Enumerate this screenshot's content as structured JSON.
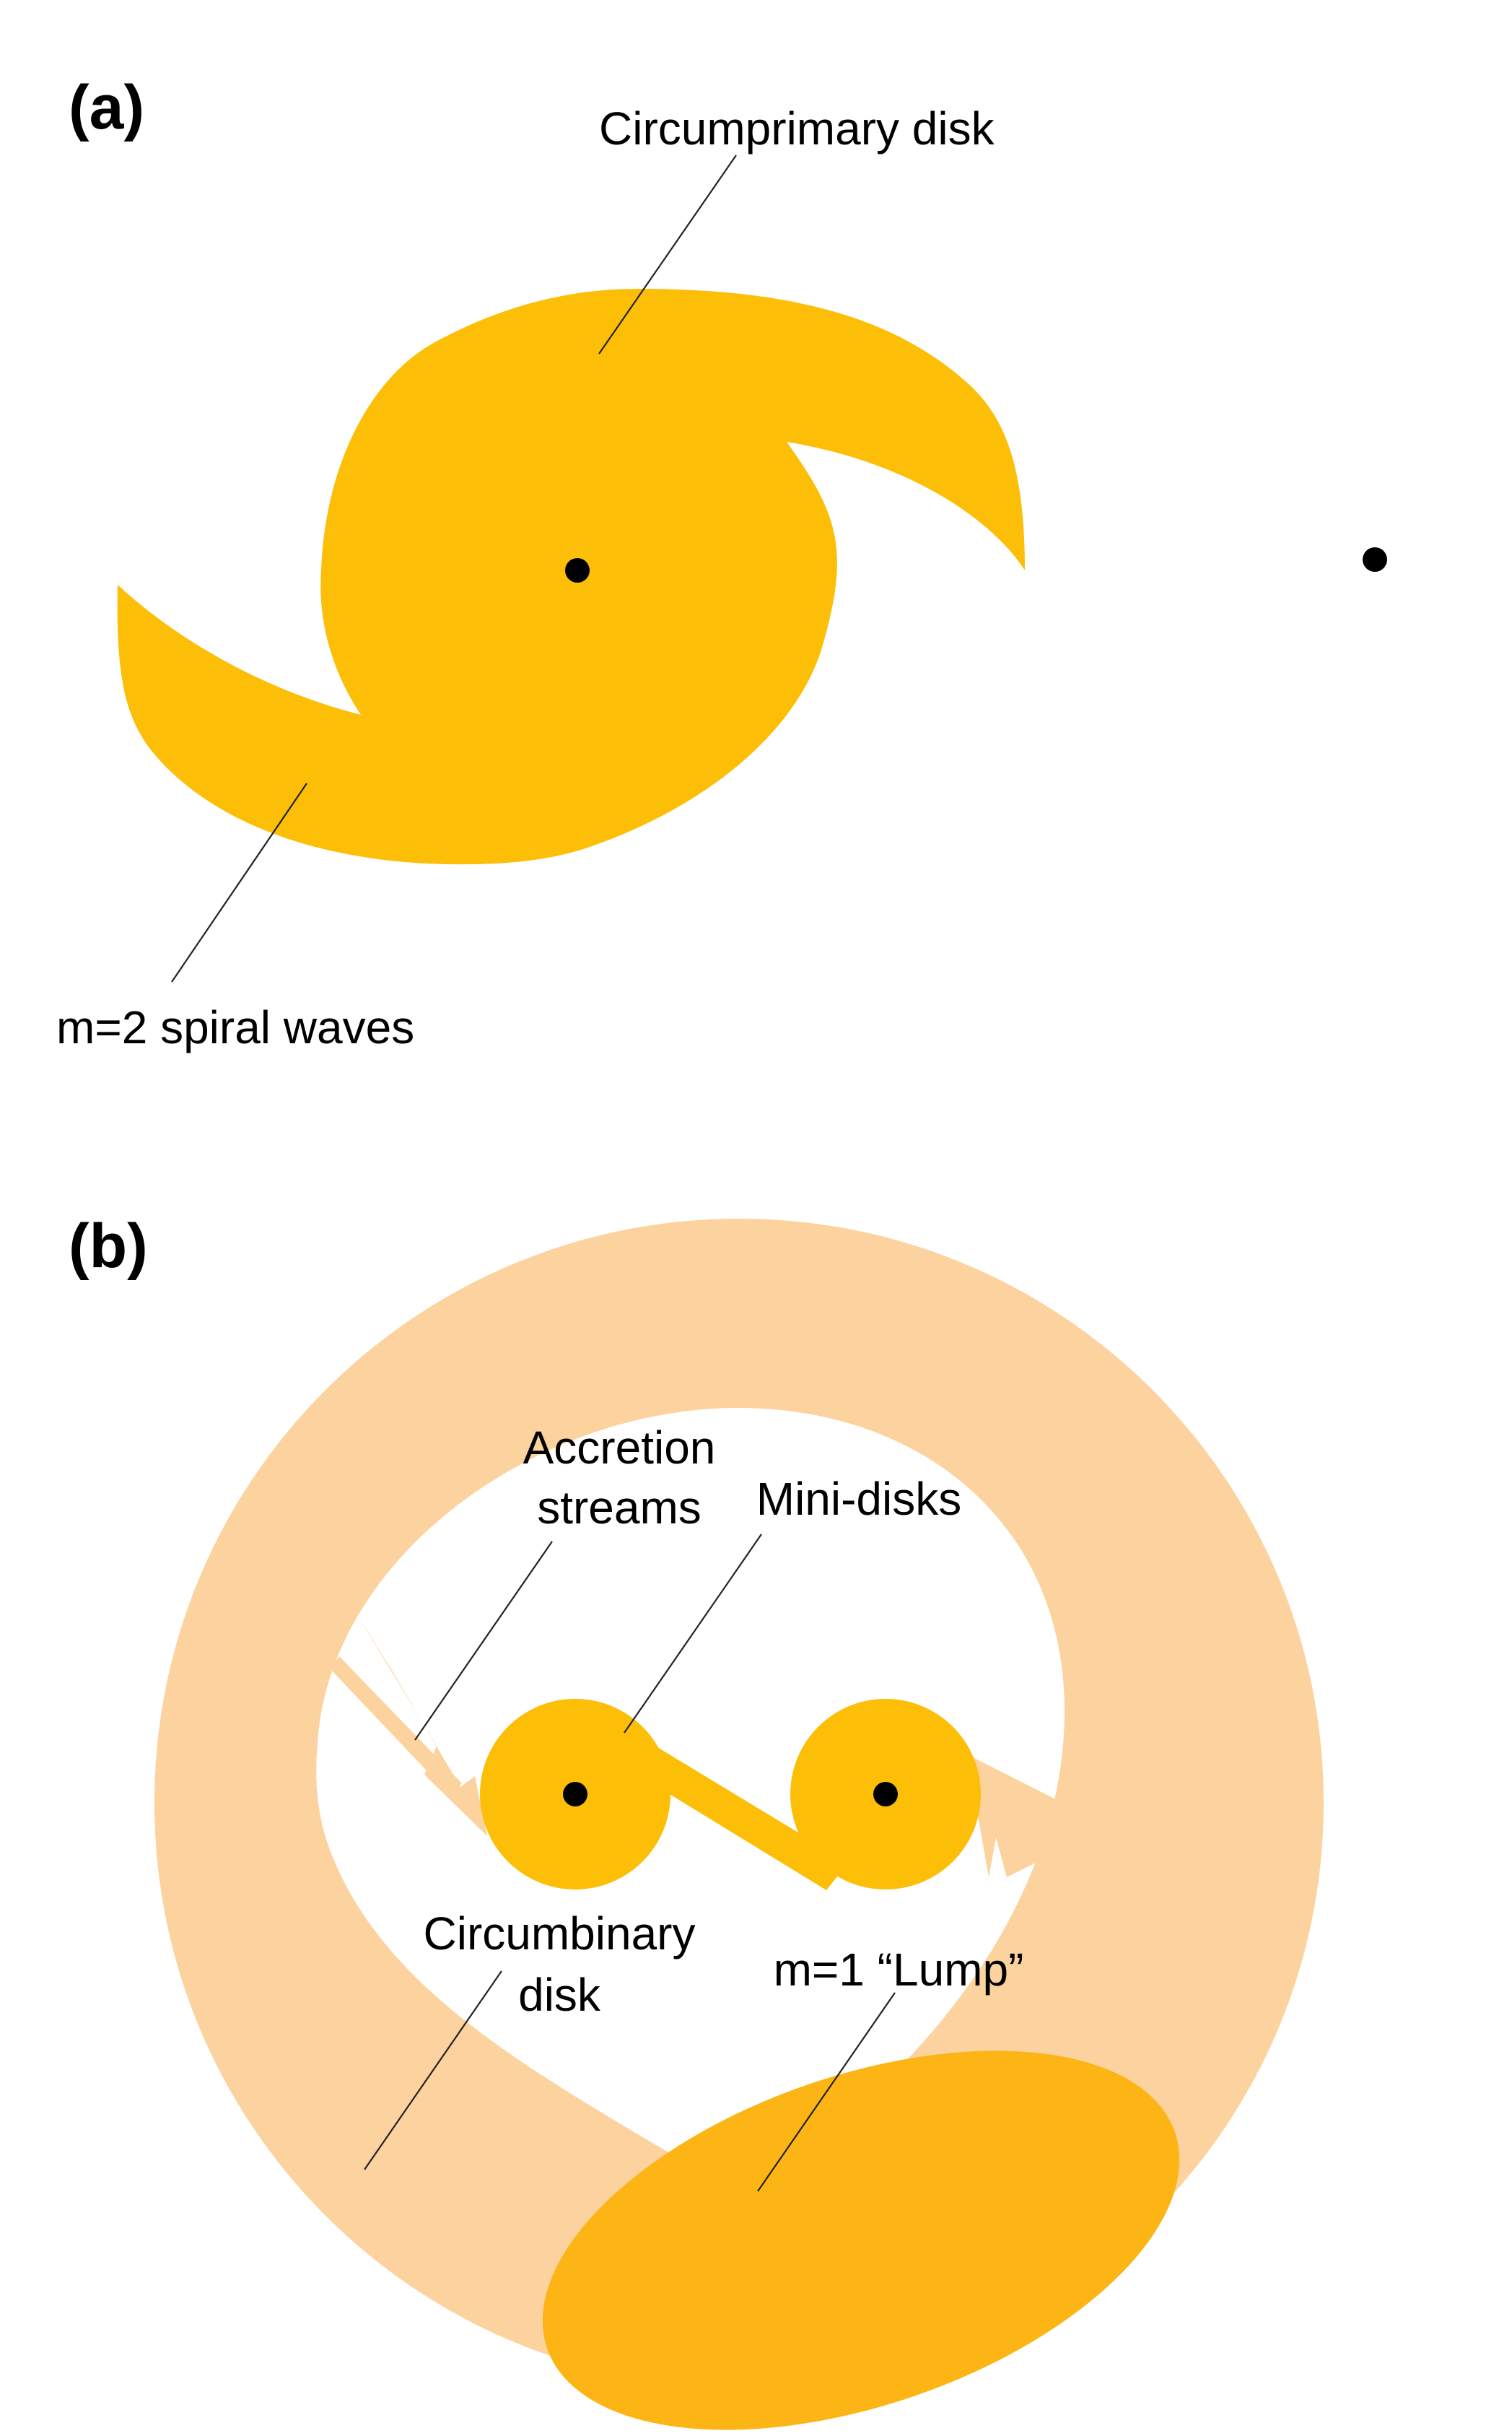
{
  "panel_a": {
    "label": "(a)",
    "circumprimary_label": "Circumprimary disk",
    "spiral_label": "m=2 spiral waves"
  },
  "panel_b": {
    "label": "(b)",
    "accretion_label_1": "Accretion",
    "accretion_label_2": "streams",
    "minidisks_label": "Mini-disks",
    "circumbinary_label_1": "Circumbinary",
    "circumbinary_label_2": "disk",
    "lump_label": "m=1 “Lump”"
  },
  "colors": {
    "disk": "#FCBE07",
    "circumbinary": "#FCD29E",
    "lump": "#FCB514",
    "stream": "#FCD29E",
    "point": "#000000"
  }
}
